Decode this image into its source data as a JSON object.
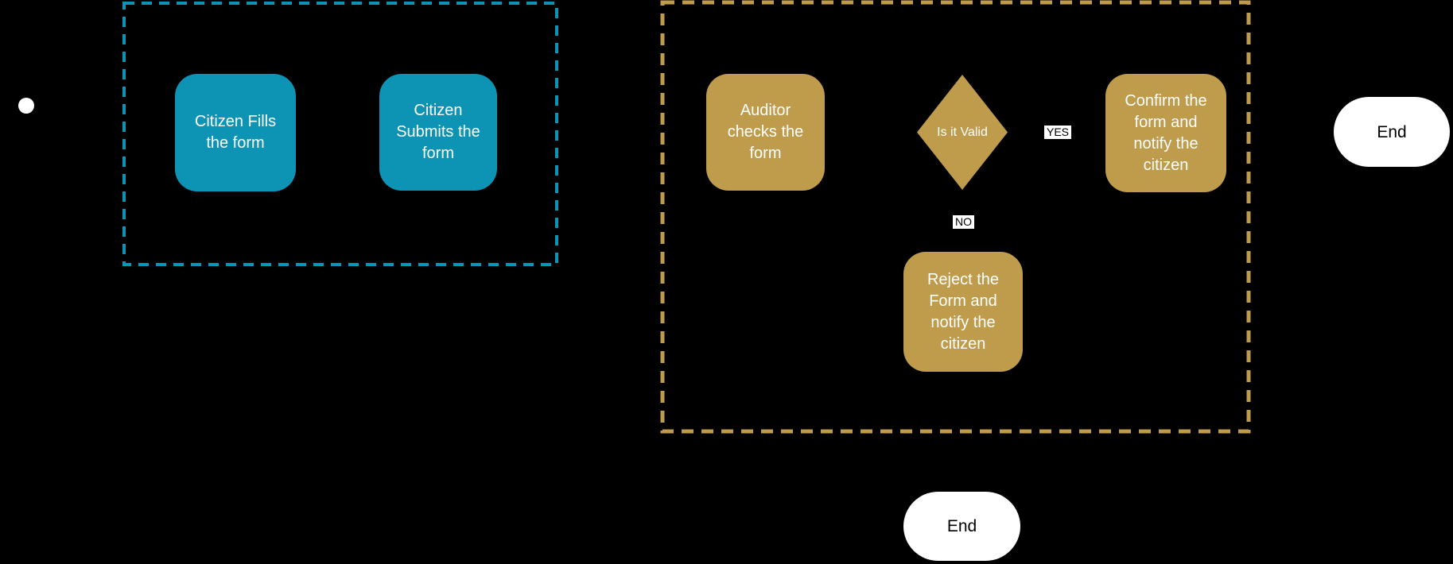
{
  "diagram": {
    "background": "#000000",
    "colors": {
      "citizen": "#0D94B5",
      "auditor": "#BF9C4C",
      "node_text": "#FFFFFF",
      "terminal_fill": "#FFFFFF",
      "terminal_text": "#000000",
      "edge_label_bg": "#FFFFFF",
      "edge_label_text": "#000000"
    },
    "nodes": {
      "fill_form": {
        "label": "Citizen Fills the form"
      },
      "submit_form": {
        "label": "Citizen Submits the form"
      },
      "auditor_checks": {
        "label": "Auditor checks the form"
      },
      "is_valid": {
        "label": "Is it Valid"
      },
      "confirm": {
        "label": "Confirm the form and notify the citizen"
      },
      "reject": {
        "label": "Reject the Form and notify the citizen"
      },
      "end_approved": {
        "label": "End"
      },
      "end_rejected": {
        "label": "End"
      }
    },
    "edge_labels": {
      "yes": "YES",
      "no": "NO"
    }
  }
}
